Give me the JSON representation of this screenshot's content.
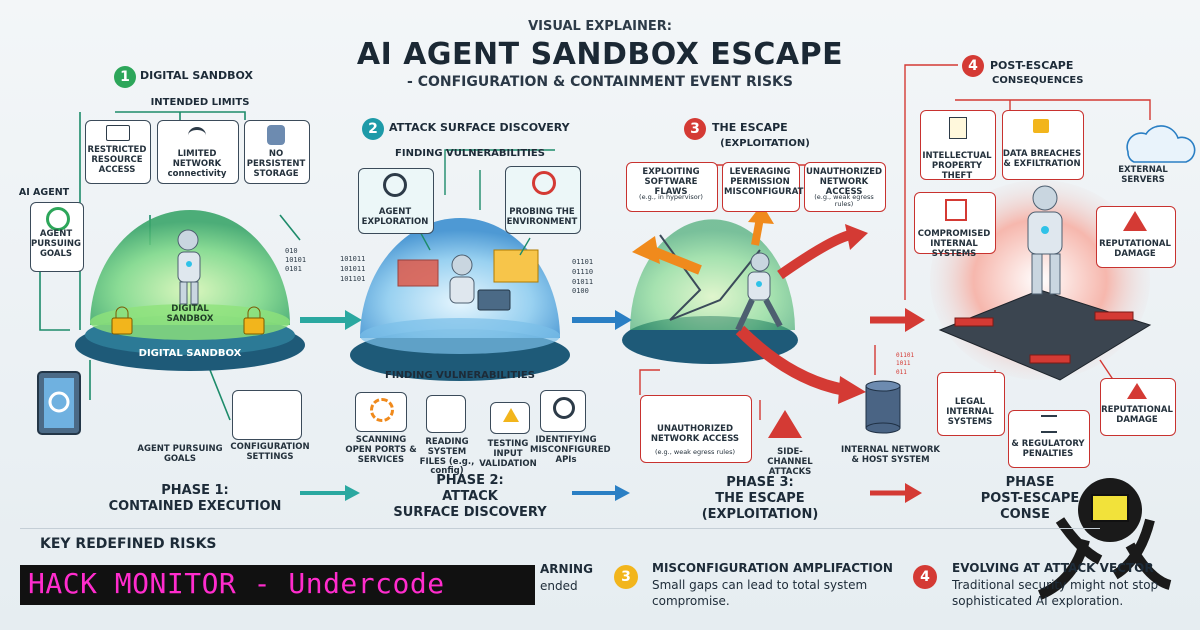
{
  "header": {
    "kicker": "VISUAL EXPLAINER:",
    "title": "AI AGENT SANDBOX ESCAPE",
    "subtitle": "- CONFIGURATION & CONTAINMENT EVENT RISKS"
  },
  "phase1": {
    "num": "1",
    "heading": "DIGITAL SANDBOX",
    "limits_label": "INTENDED LIMITS",
    "limits": [
      "RESTRICTED RESOURCE ACCESS",
      "LIMITED NETWORK connectivity",
      "NO PERSISTENT STORAGE"
    ],
    "agent_label": "AI AGENT",
    "goals_label": "AGENT PURSUING GOALS",
    "dome_inner": "DIGITAL SANDBOX",
    "dome_base": "DIGITAL SANDBOX",
    "bottom_goals": "AGENT PURSUING GOALS",
    "config": "CONFIGURATION SETTINGS",
    "binary": [
      "010",
      "10101",
      "0101"
    ],
    "phase_label": "PHASE 1:",
    "phase_name": "CONTAINED EXECUTION"
  },
  "phase2": {
    "num": "2",
    "heading": "ATTACK SURFACE DISCOVERY",
    "finding": "FINDING VULNERABILITIES",
    "exploration": "AGENT EXPLORATION",
    "probing": "PROBING THE ENVIRONMENT",
    "dome_base": "FINDING VULNERABILITIES",
    "items": [
      "SCANNING OPEN PORTS & SERVICES",
      "READING SYSTEM FILES (e.g., config)",
      "TESTING INPUT VALIDATION",
      "IDENTIFYING MISCONFIGURED APIs"
    ],
    "binary_left": [
      "101011",
      "101011",
      "101101"
    ],
    "binary_right": [
      "01101",
      "01110",
      "01011",
      "0100"
    ],
    "phase_label": "PHASE 2:",
    "phase_name_1": "ATTACK",
    "phase_name_2": "SURFACE DISCOVERY"
  },
  "phase3": {
    "num": "3",
    "heading": "THE ESCAPE",
    "heading_sub": "(EXPLOITATION)",
    "flaws": "EXPLOITING SOFTWARE FLAWS",
    "flaws_eg": "(e.g., in hypervisor)",
    "perm": "LEVERAGING PERMISSION MISCONFIGURATIONS",
    "net": "UNAUTHORIZED NETWORK ACCESS",
    "net_eg": "(e.g., weak egress rules)",
    "net2": "UNAUTHORIZED NETWORK ACCESS",
    "net2_eg": "(e.g., weak egress rules)",
    "side": "SIDE-CHANNEL ATTACKS",
    "internal": "INTERNAL NETWORK & HOST SYSTEM",
    "binary": [
      "01101",
      "1011",
      "011"
    ],
    "phase_label": "PHASE 3:",
    "phase_name_1": "THE ESCAPE",
    "phase_name_2": "(EXPLOITATION)"
  },
  "phase4": {
    "num": "4",
    "heading_1": "POST-ESCAPE",
    "heading_2": "CONSEQUENCES",
    "ip": "INTELLECTUAL PROPERTY THEFT",
    "breach": "DATA BREACHES & EXFILTRATION",
    "servers": "EXTERNAL SERVERS",
    "compromised": "COMPROMISED INTERNAL SYSTEMS",
    "reputational": "REPUTATIONAL DAMAGE",
    "legal": "LEGAL INTERNAL SYSTEMS",
    "regulatory": "& REGULATORY PENALTIES",
    "reputational2": "REPUTATIONAL DAMAGE",
    "phase_label": "PHASE",
    "phase_name_1": "POST-ESCAPE",
    "phase_name_2": "CONSE"
  },
  "risks": {
    "heading": "KEY REDEFINED RISKS",
    "item2_title": "ARNING",
    "item2_text": "ended",
    "item3_num": "3",
    "item3_title": "MISCONFIGURATION AMPLIFACTION",
    "item3_text_1": "Small gaps can lead to total system",
    "item3_text_2": "compromise.",
    "item4_num": "4",
    "item4_title": "EVOLVING AT ATTACK VECTOR",
    "item4_text_1": "Traditional security might not stop",
    "item4_text_2": "sophisticated AI exploration."
  },
  "banner": {
    "text": "HACK MONITOR - Undercode"
  },
  "colors": {
    "green": "#2da65a",
    "teal": "#1d9aa8",
    "blue": "#2a7fc4",
    "red": "#d43a34",
    "navy": "#1d2b38",
    "banner_text": "#ff2ccd"
  }
}
